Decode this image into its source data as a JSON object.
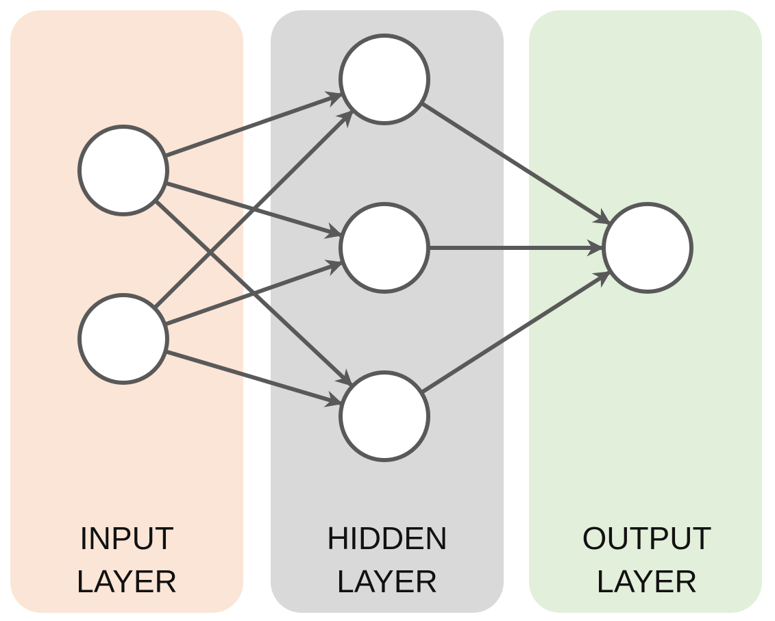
{
  "colors": {
    "input_panel": "#fbe5d6",
    "hidden_panel": "#d9d9d9",
    "output_panel": "#e2efda",
    "node_stroke": "#595959",
    "node_fill": "#ffffff",
    "edge": "#595959",
    "label_text": "#111111"
  },
  "layers": [
    {
      "id": "input",
      "label_line1": "INPUT",
      "label_line2": "LAYER",
      "node_count": 2
    },
    {
      "id": "hidden",
      "label_line1": "HIDDEN",
      "label_line2": "LAYER",
      "node_count": 3
    },
    {
      "id": "output",
      "label_line1": "OUTPUT",
      "label_line2": "LAYER",
      "node_count": 1
    }
  ],
  "edges": [
    {
      "from": "input-1",
      "to": "hidden-1"
    },
    {
      "from": "input-1",
      "to": "hidden-2"
    },
    {
      "from": "input-1",
      "to": "hidden-3"
    },
    {
      "from": "input-2",
      "to": "hidden-1"
    },
    {
      "from": "input-2",
      "to": "hidden-2"
    },
    {
      "from": "input-2",
      "to": "hidden-3"
    },
    {
      "from": "hidden-1",
      "to": "output-1"
    },
    {
      "from": "hidden-2",
      "to": "output-1"
    },
    {
      "from": "hidden-3",
      "to": "output-1"
    }
  ]
}
